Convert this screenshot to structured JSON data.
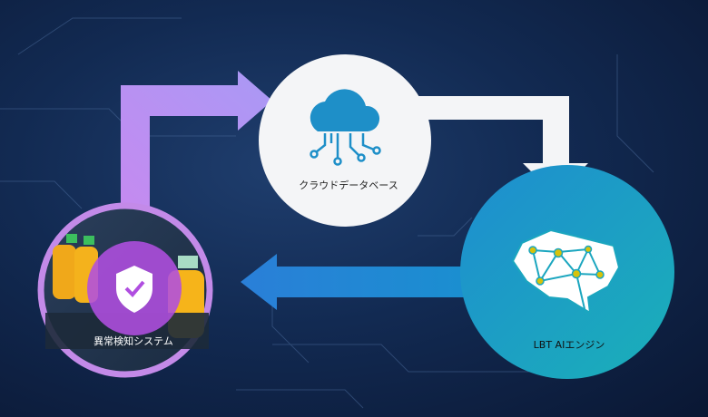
{
  "nodes": {
    "cloud_database": {
      "label": "クラウドデータベース",
      "icon": "cloud-circuit-icon"
    },
    "ai_engine": {
      "label": "LBT AIエンジン",
      "icon": "brain-network-icon"
    },
    "anomaly_detection": {
      "label": "異常検知システム",
      "icon": "shield-check-icon"
    }
  },
  "colors": {
    "purple": "#b07cf0",
    "white": "#f4f5f7",
    "blue": "#1f7fd0",
    "teal": "#1ba6bf",
    "yellow": "#d8c20a"
  }
}
